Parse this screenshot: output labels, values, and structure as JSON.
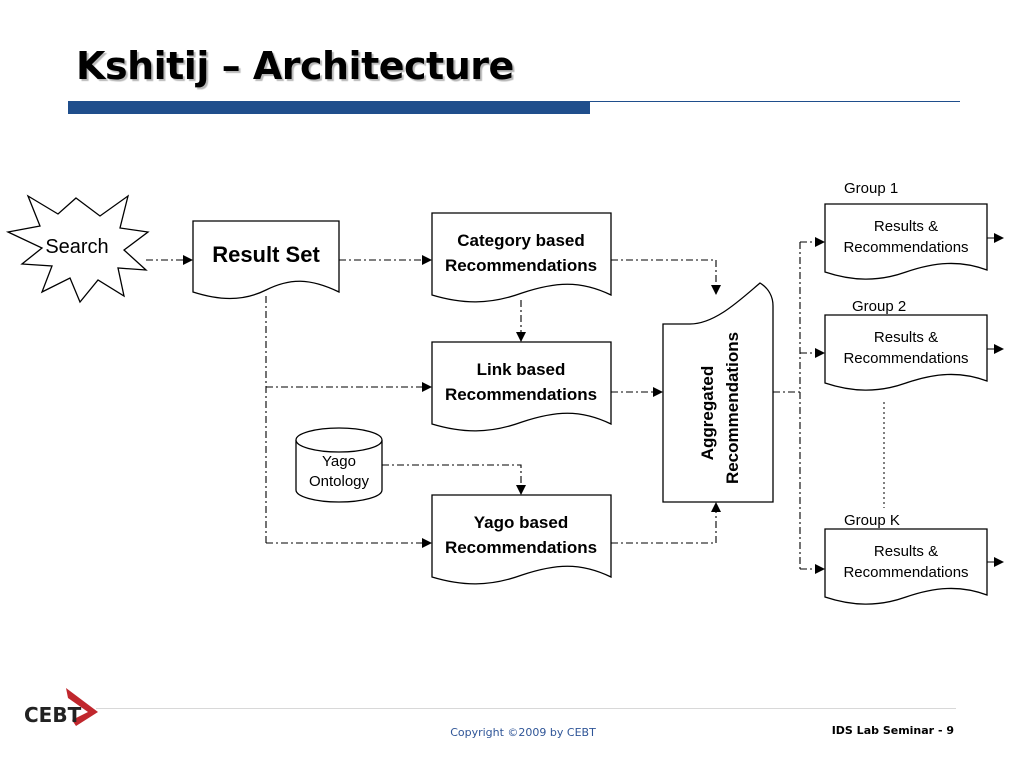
{
  "slide": {
    "title": "Kshitij – Architecture",
    "footer": {
      "copyright": "Copyright ©2009 by CEBT",
      "seminar": "IDS Lab Seminar - 9",
      "logo_text": "CEBT"
    }
  },
  "diagram": {
    "search": "Search",
    "result_set": "Result Set",
    "category": [
      "Category based",
      "Recommendations"
    ],
    "link": [
      "Link based",
      "Recommendations"
    ],
    "yago_ontology": [
      "Yago",
      "Ontology"
    ],
    "yago_rec": [
      "Yago based",
      "Recommendations"
    ],
    "aggregated": [
      "Aggregated",
      "Recommendations"
    ],
    "groups": [
      {
        "label": "Group 1",
        "box": [
          "Results &",
          "Recommendations"
        ]
      },
      {
        "label": "Group 2",
        "box": [
          "Results &",
          "Recommendations"
        ]
      },
      {
        "label": "Group K",
        "box": [
          "Results &",
          "Recommendations"
        ]
      }
    ]
  },
  "colors": {
    "title_bar": "#1f4e8c",
    "logo_red": "#c0272d",
    "copyright_text": "#2f5597"
  }
}
